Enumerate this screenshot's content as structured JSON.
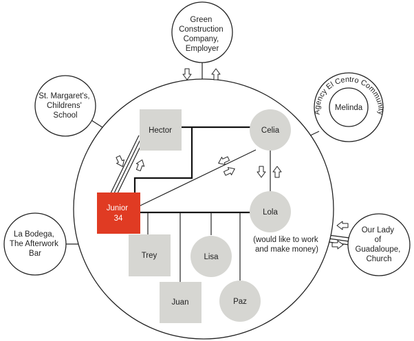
{
  "colors": {
    "male_square": "#d6d6d2",
    "female_circle": "#d6d6d2",
    "focus_person": "#e03b23",
    "focus_text": "#ffffff",
    "line": "#222222"
  },
  "external": {
    "employer": [
      "Green",
      "Construction",
      "Company,",
      "Employer"
    ],
    "school": [
      "St. Margaret's,",
      "Childrens'",
      "School"
    ],
    "agency_curved": "Agency El Centro Community",
    "agency_inner": "Melinda",
    "bar": [
      "La Bodega,",
      "The Afterwork",
      "Bar"
    ],
    "church": [
      "Our Lady",
      "of",
      "Guadaloupe,",
      "Church"
    ]
  },
  "family": {
    "hector": "Hector",
    "celia": "Celia",
    "junior": "Junior",
    "junior_age": "34",
    "lola": "Lola",
    "lola_note": [
      "(would like to work",
      "and make money)"
    ],
    "trey": "Trey",
    "lisa": "Lisa",
    "juan": "Juan",
    "paz": "Paz"
  }
}
